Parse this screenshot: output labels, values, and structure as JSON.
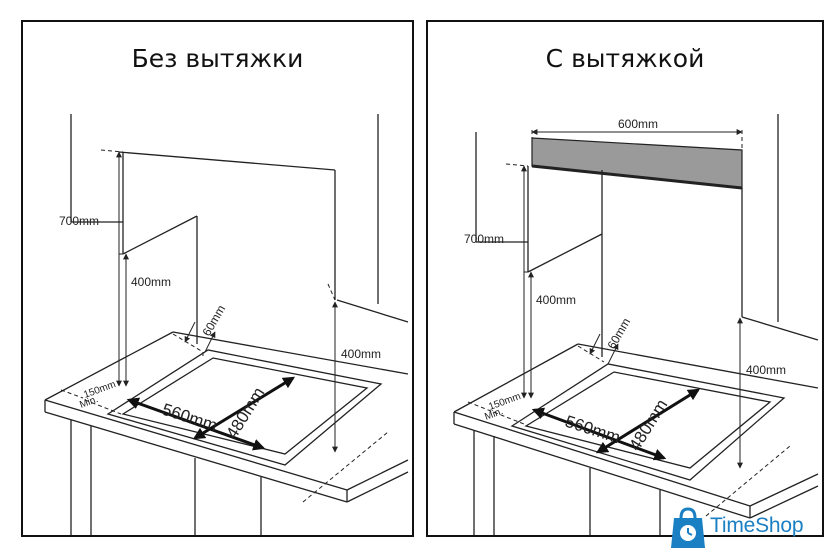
{
  "panels": {
    "left": {
      "title": "Без вытяжки",
      "labels": {
        "height_700": "700mm",
        "height_400_cabinet": "400mm",
        "depth_60": "60mm",
        "height_400_side": "400mm",
        "edge_150": "150mm",
        "edge_min": "Min.",
        "width_560": "560mm",
        "depth_480": "480mm"
      }
    },
    "right": {
      "title": "С вытяжкой",
      "labels": {
        "hood_width": "600mm",
        "height_700": "700mm",
        "height_400_cabinet": "400mm",
        "depth_60": "60mm",
        "height_400_side": "400mm",
        "edge_150": "150mm",
        "edge_min": "Min.",
        "width_560": "560mm",
        "depth_480": "480mm"
      }
    }
  },
  "watermark": {
    "text": "TimeShop",
    "icon": "shopping-bag-clock-icon",
    "color": "#1b7fc4"
  },
  "colors": {
    "lines": "#222222",
    "hood": "#9a9a9a",
    "arrows": "#111111"
  }
}
